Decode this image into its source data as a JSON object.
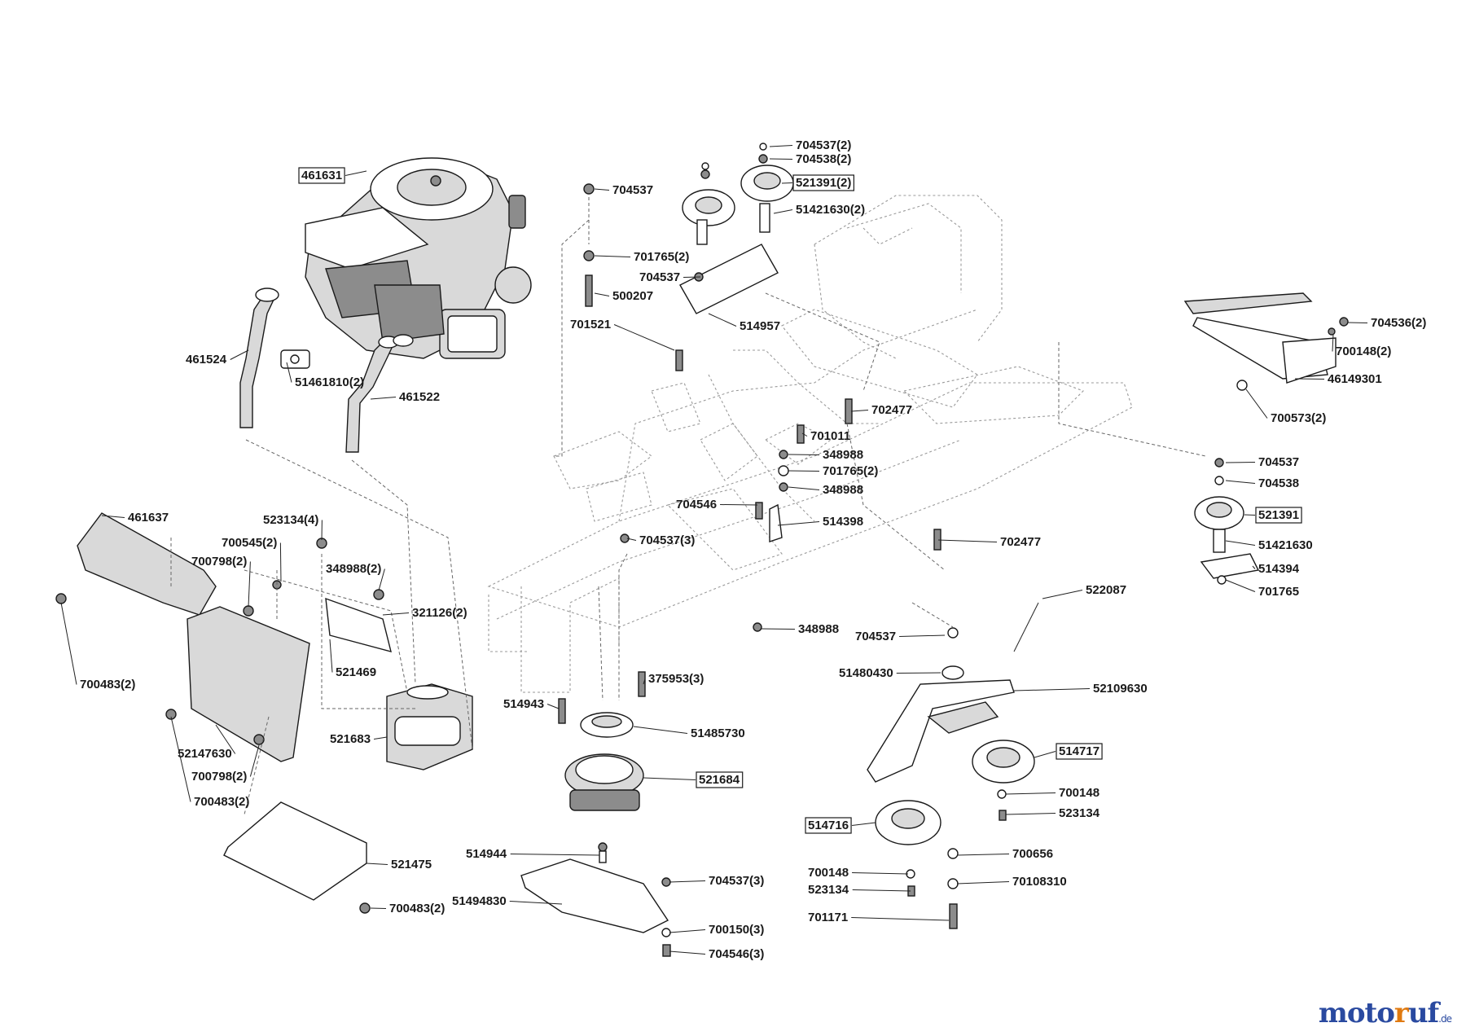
{
  "labels": [
    {
      "key": "p461631",
      "text": "461631",
      "boxed": true
    },
    {
      "key": "p704537_a",
      "text": "704537(2)"
    },
    {
      "key": "p704538_a",
      "text": "704538(2)"
    },
    {
      "key": "p521391_a",
      "text": "521391(2)",
      "boxed": true
    },
    {
      "key": "p51421630_a",
      "text": "51421630(2)"
    },
    {
      "key": "p704537_b",
      "text": "704537"
    },
    {
      "key": "p701765_a",
      "text": "701765(2)"
    },
    {
      "key": "p704537_c",
      "text": "704537"
    },
    {
      "key": "p500207",
      "text": "500207"
    },
    {
      "key": "p701521",
      "text": "701521"
    },
    {
      "key": "p514957",
      "text": "514957"
    },
    {
      "key": "p461524",
      "text": "461524"
    },
    {
      "key": "p51461810",
      "text": "51461810(2)"
    },
    {
      "key": "p461522",
      "text": "461522"
    },
    {
      "key": "p702477_a",
      "text": "702477"
    },
    {
      "key": "p701011",
      "text": "701011"
    },
    {
      "key": "p348988_a",
      "text": "348988"
    },
    {
      "key": "p701765_b",
      "text": "701765(2)"
    },
    {
      "key": "p348988_b",
      "text": "348988"
    },
    {
      "key": "p704546",
      "text": "704546"
    },
    {
      "key": "p514398",
      "text": "514398"
    },
    {
      "key": "p704537_d",
      "text": "704537(3)"
    },
    {
      "key": "p702477_b",
      "text": "702477"
    },
    {
      "key": "p704536",
      "text": "704536(2)"
    },
    {
      "key": "p700148_a",
      "text": "700148(2)"
    },
    {
      "key": "p46149301",
      "text": "46149301"
    },
    {
      "key": "p700573",
      "text": "700573(2)"
    },
    {
      "key": "p704537_e",
      "text": "704537"
    },
    {
      "key": "p704538_b",
      "text": "704538"
    },
    {
      "key": "p521391_b",
      "text": "521391",
      "boxed": true
    },
    {
      "key": "p51421630_b",
      "text": "51421630"
    },
    {
      "key": "p514394",
      "text": "514394"
    },
    {
      "key": "p701765_c",
      "text": "701765"
    },
    {
      "key": "p461637",
      "text": "461637"
    },
    {
      "key": "p523134_a",
      "text": "523134(4)"
    },
    {
      "key": "p700545",
      "text": "700545(2)"
    },
    {
      "key": "p700798_a",
      "text": "700798(2)"
    },
    {
      "key": "p348988_c",
      "text": "348988(2)"
    },
    {
      "key": "p321126",
      "text": "321126(2)"
    },
    {
      "key": "p521469",
      "text": "521469"
    },
    {
      "key": "p700483_a",
      "text": "700483(2)"
    },
    {
      "key": "p522087",
      "text": "522087"
    },
    {
      "key": "p348988_d",
      "text": "348988"
    },
    {
      "key": "p704537_f",
      "text": "704537"
    },
    {
      "key": "p51480430",
      "text": "51480430"
    },
    {
      "key": "p52109630",
      "text": "52109630"
    },
    {
      "key": "p375953",
      "text": "375953(3)"
    },
    {
      "key": "p514943",
      "text": "514943"
    },
    {
      "key": "p51485730",
      "text": "51485730"
    },
    {
      "key": "p521683",
      "text": "521683"
    },
    {
      "key": "p514717",
      "text": "514717",
      "boxed": true
    },
    {
      "key": "p521684",
      "text": "521684",
      "boxed": true
    },
    {
      "key": "p52147630",
      "text": "52147630"
    },
    {
      "key": "p700798_b",
      "text": "700798(2)"
    },
    {
      "key": "p700483_b",
      "text": "700483(2)"
    },
    {
      "key": "p700148_b",
      "text": "700148"
    },
    {
      "key": "p523134_b",
      "text": "523134"
    },
    {
      "key": "p514716",
      "text": "514716",
      "boxed": true
    },
    {
      "key": "p514944",
      "text": "514944"
    },
    {
      "key": "p700656",
      "text": "700656"
    },
    {
      "key": "p704537_g",
      "text": "704537(3)"
    },
    {
      "key": "p700148_c",
      "text": "700148"
    },
    {
      "key": "p70108310",
      "text": "70108310"
    },
    {
      "key": "p523134_c",
      "text": "523134"
    },
    {
      "key": "p51494830",
      "text": "51494830"
    },
    {
      "key": "p521475",
      "text": "521475"
    },
    {
      "key": "p700150",
      "text": "700150(3)"
    },
    {
      "key": "p701171",
      "text": "701171"
    },
    {
      "key": "p700483_c",
      "text": "700483(2)"
    },
    {
      "key": "p704546_b",
      "text": "704546(3)"
    }
  ],
  "watermark": {
    "part1": "moto",
    "part2": "r",
    "part3": "uf",
    "suffix": ".de"
  }
}
